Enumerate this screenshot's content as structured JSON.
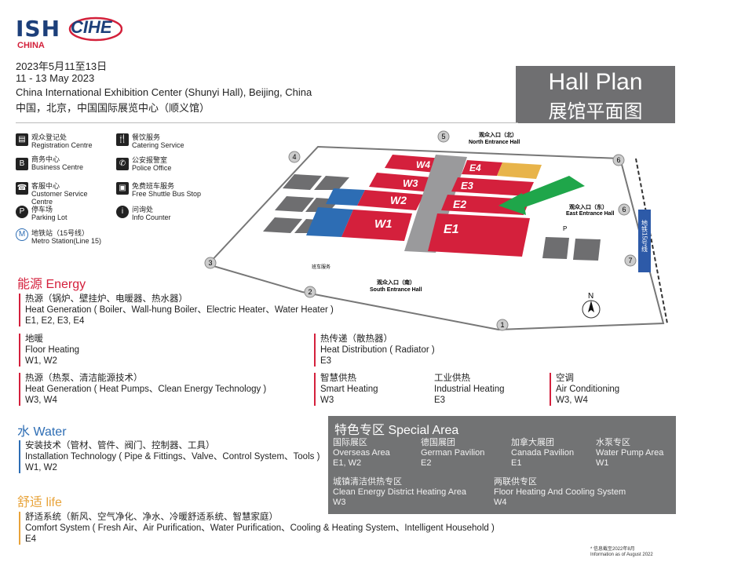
{
  "header": {
    "logo_ish": "ISH",
    "logo_china": "CHINA",
    "logo_cihe": "CIHE",
    "date_zh": "2023年5月11至13日",
    "date_en": "11 - 13 May 2023",
    "venue_en": "China International Exhibition Center (Shunyi Hall), Beijing, China",
    "venue_zh": "中国，北京，中国国际展览中心（顺义馆）",
    "title_en": "Hall Plan",
    "title_zh": "展馆平面图"
  },
  "legend": [
    {
      "icon": "registration-icon",
      "zh": "观众登记处",
      "en": "Registration Centre"
    },
    {
      "icon": "business-centre-icon",
      "zh": "商务中心",
      "en": "Business Centre"
    },
    {
      "icon": "customer-service-icon",
      "zh": "客服中心",
      "en": "Customer Service Centre"
    },
    {
      "icon": "parking-icon",
      "zh": "停车场",
      "en": "Parking Lot"
    },
    {
      "icon": "metro-icon",
      "zh": "地铁站（15号线）",
      "en": "Metro Station(Line 15)"
    },
    {
      "icon": "catering-icon",
      "zh": "餐饮服务",
      "en": "Catering Service"
    },
    {
      "icon": "police-icon",
      "zh": "公安报警室",
      "en": "Police Office"
    },
    {
      "icon": "shuttle-bus-icon",
      "zh": "免费班车服务",
      "en": "Free Shuttle Bus Stop"
    },
    {
      "icon": "info-icon",
      "zh": "问询处",
      "en": "Info Counter"
    }
  ],
  "map": {
    "halls": [
      "W4",
      "W3",
      "W2",
      "W1",
      "E4",
      "E3",
      "E2",
      "E1"
    ],
    "north_entrance_zh": "观众入口（北）",
    "north_entrance_en": "North Entrance Hall",
    "east_entrance_zh": "观众入口（东）",
    "east_entrance_en": "East Entrance Hall",
    "south_entrance_zh": "观众入口（南）",
    "south_entrance_en": "South Entrance Hall",
    "gates": [
      "1",
      "2",
      "3",
      "4",
      "5",
      "6",
      "7"
    ],
    "compass": "N",
    "metro_label": "地铁15号线",
    "parking_label": "P",
    "shuttle_label": "班车服务",
    "colors": {
      "red_hall": "#d4203c",
      "blue_hall": "#2d6db4",
      "yellow_hall": "#e8b44a",
      "arrow": "#1fa64a"
    }
  },
  "energy": {
    "title": "能源 Energy",
    "color": "#d4203c",
    "items": [
      {
        "zh": "热源（锅炉、壁挂炉、电暖器、热水器）",
        "en": "Heat Generation ( Boiler、Wall-hung Boiler、Electric Heater、Water Heater )",
        "halls": "E1, E2, E3, E4"
      },
      {
        "zh": "地暖",
        "en": "Floor Heating",
        "halls": "W1, W2"
      },
      {
        "zh": "热源（热泵、清洁能源技术）",
        "en": "Heat Generation ( Heat Pumps、Clean Energy Technology )",
        "halls": "W3, W4"
      },
      {
        "zh": "热传递（散热器）",
        "en": "Heat Distribution ( Radiator )",
        "halls": "E3"
      },
      {
        "zh": "智慧供热",
        "en": "Smart Heating",
        "halls": "W3"
      },
      {
        "zh": "工业供热",
        "en": "Industrial Heating",
        "halls": "E3"
      },
      {
        "zh": "空调",
        "en": "Air Conditioning",
        "halls": "W3, W4"
      }
    ]
  },
  "water": {
    "title": "水 Water",
    "color": "#2d6db4",
    "items": [
      {
        "zh": "安装技术（管材、管件、阀门、控制器、工具）",
        "en": "Installation Technology ( Pipe & Fittings、Valve、Control System、Tools )",
        "halls": "W1, W2"
      }
    ]
  },
  "life": {
    "title": "舒适 life",
    "color": "#e8a33a",
    "items": [
      {
        "zh": "舒适系统（新风、空气净化、净水、冷暖舒适系统、智慧家庭）",
        "en": "Comfort System ( Fresh Air、Air Purification、Water Purification、Cooling & Heating System、Intelligent Household )",
        "halls": "E4"
      }
    ]
  },
  "special": {
    "title": "特色专区 Special Area",
    "items": [
      {
        "zh": "国际展区",
        "en": "Overseas Area",
        "halls": "E1, W2"
      },
      {
        "zh": "德国展团",
        "en": "German Pavilion",
        "halls": "E2"
      },
      {
        "zh": "加拿大展团",
        "en": "Canada Pavilion",
        "halls": "E1"
      },
      {
        "zh": "水泵专区",
        "en": "Water Pump Area",
        "halls": "W1"
      },
      {
        "zh": "城镇清洁供热专区",
        "en": "Clean Energy District Heating Area",
        "halls": "W3"
      },
      {
        "zh": "两联供专区",
        "en": "Floor Heating And Cooling System",
        "halls": "W4"
      }
    ]
  },
  "footnote": {
    "zh": "* 信息截至2022年8月",
    "en": "Information as of August 2022"
  }
}
